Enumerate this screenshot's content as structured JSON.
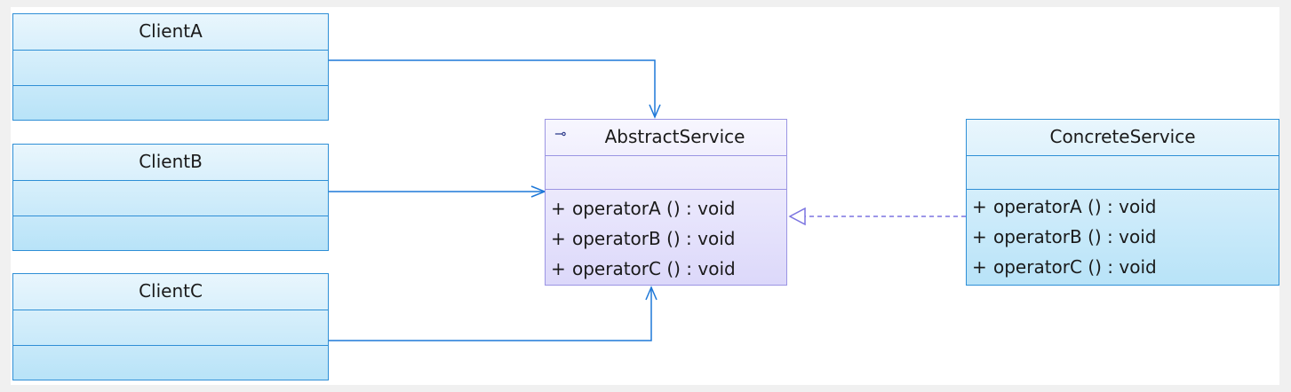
{
  "clients": [
    {
      "name": "ClientA"
    },
    {
      "name": "ClientB"
    },
    {
      "name": "ClientC"
    }
  ],
  "abstract_service": {
    "name": "AbstractService",
    "operations": [
      {
        "visibility": "+",
        "signature": "operatorA ()  : void"
      },
      {
        "visibility": "+",
        "signature": "operatorB ()  : void"
      },
      {
        "visibility": "+",
        "signature": "operatorC ()  : void"
      }
    ]
  },
  "concrete_service": {
    "name": "ConcreteService",
    "operations": [
      {
        "visibility": "+",
        "signature": "operatorA ()  : void"
      },
      {
        "visibility": "+",
        "signature": "operatorB ()  : void"
      },
      {
        "visibility": "+",
        "signature": "operatorC ()  : void"
      }
    ]
  },
  "colors": {
    "class_border": "#2f8fd6",
    "abstract_border": "#9b95e3",
    "association_line": "#1e78d8",
    "realization_line": "#7b74e0",
    "background": "#f0f0f0"
  }
}
